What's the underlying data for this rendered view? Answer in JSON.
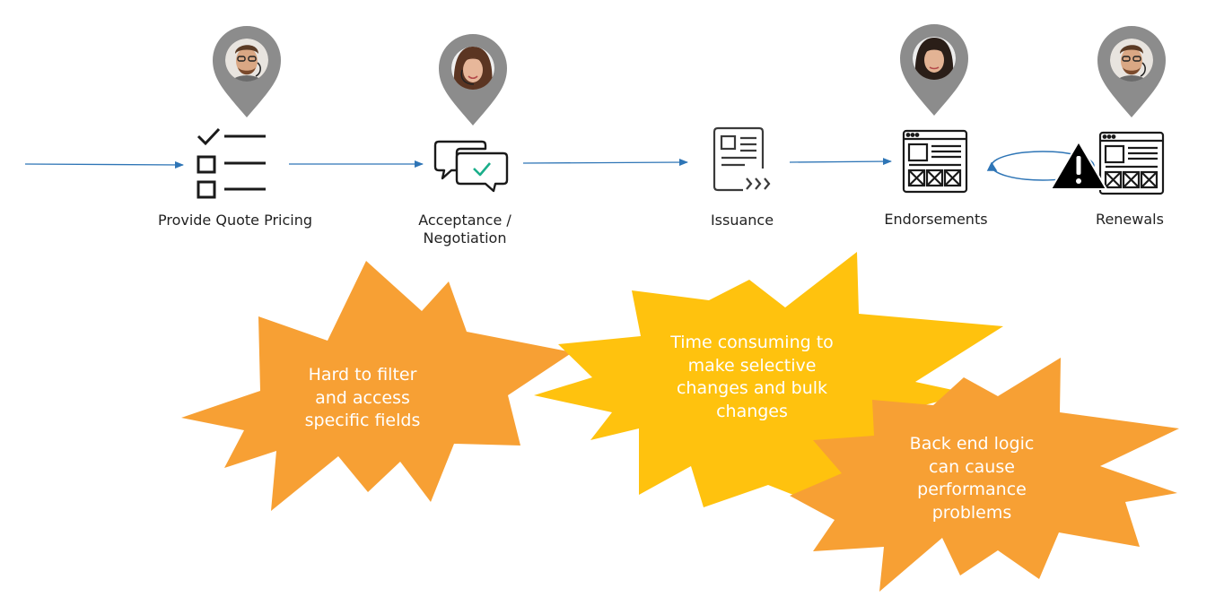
{
  "stages": [
    {
      "label": "Provide Quote Pricing",
      "icon": "checklist-icon",
      "persona": "male-agent-avatar"
    },
    {
      "label": "Acceptance / Negotiation",
      "icon": "chat-approval-icon",
      "persona": "female-agent-avatar"
    },
    {
      "label": "Issuance",
      "icon": "document-send-icon",
      "persona": ""
    },
    {
      "label": "Endorsements",
      "icon": "browser-form-icon",
      "persona": "female-agent-avatar"
    },
    {
      "label": "Renewals",
      "icon": "browser-form-icon",
      "persona": "male-agent-avatar"
    }
  ],
  "pain_points": [
    {
      "text": "Hard to filter and access specific fields",
      "color": "#F7A034"
    },
    {
      "text": "Time consuming to make selective changes and bulk changes",
      "color": "#FFC20E"
    },
    {
      "text": "Back end logic can cause performance problems",
      "color": "#F7A034"
    }
  ],
  "colors": {
    "pin": "#8C8C8C",
    "arrow": "#2E75B6",
    "icon": "#1A1A1A",
    "check_accent": "#1AAE8A",
    "warning": "#000000"
  }
}
